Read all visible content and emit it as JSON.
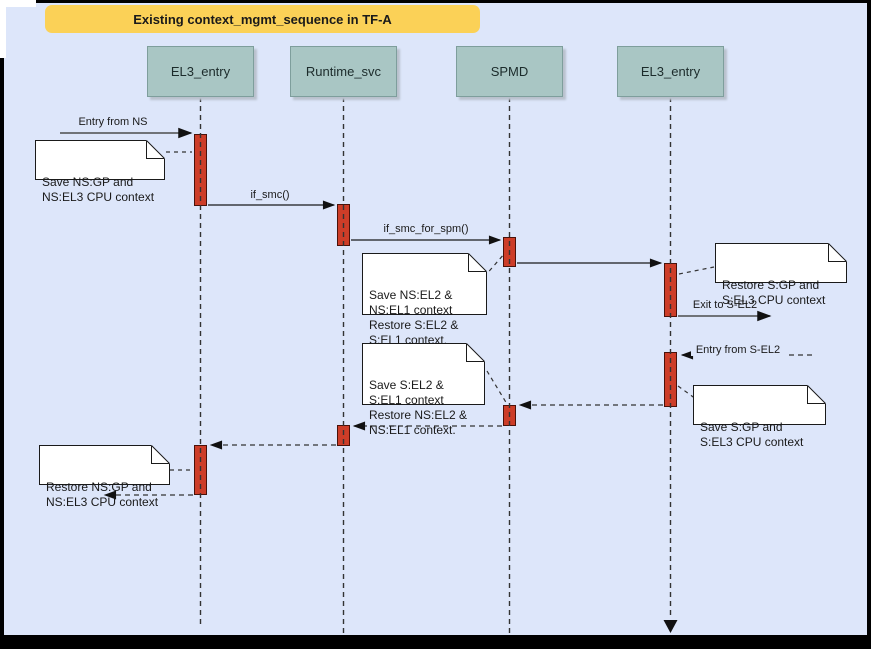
{
  "title": "Existing context_mgmt_sequence in TF-A",
  "participants": [
    {
      "label": "EL3_entry"
    },
    {
      "label": "Runtime_svc"
    },
    {
      "label": "SPMD"
    },
    {
      "label": "EL3_entry"
    }
  ],
  "messages": [
    {
      "label": "Entry from NS",
      "type": "solid",
      "from": "outside-left",
      "to": "EL3_entry"
    },
    {
      "label": "if_smc()",
      "type": "solid",
      "from": "EL3_entry",
      "to": "Runtime_svc"
    },
    {
      "label": "if_smc_for_spm()",
      "type": "solid",
      "from": "Runtime_svc",
      "to": "SPMD"
    },
    {
      "label": "Exit to S-EL2",
      "type": "solid",
      "from": "EL3_entry-right",
      "to": "outside-right"
    },
    {
      "label": "Entry from S-EL2",
      "type": "dashed",
      "from": "outside-right",
      "to": "EL3_entry-right"
    }
  ],
  "notes": [
    {
      "text": "Save NS:GP and\nNS:EL3 CPU context"
    },
    {
      "text": "Save NS:EL2 &\nNS:EL1 context\nRestore S:EL2 &\nS:EL1 context."
    },
    {
      "text": "Restore S:GP and\nS:EL3 CPU context"
    },
    {
      "text": "Save S:EL2 &\nS:EL1 context\nRestore NS:EL2 &\nNS:EL1 context."
    },
    {
      "text": "Save S:GP and\nS:EL3 CPU context"
    },
    {
      "text": "Restore NS:GP and\nNS:EL3 CPU context"
    }
  ],
  "colors": {
    "background": "#dde6fa",
    "frame": "#000000",
    "title_bg": "#fbd157",
    "participant_bg": "#a9c6c4",
    "activation_bar": "#cd3d28",
    "note_bg": "#ffffff"
  }
}
